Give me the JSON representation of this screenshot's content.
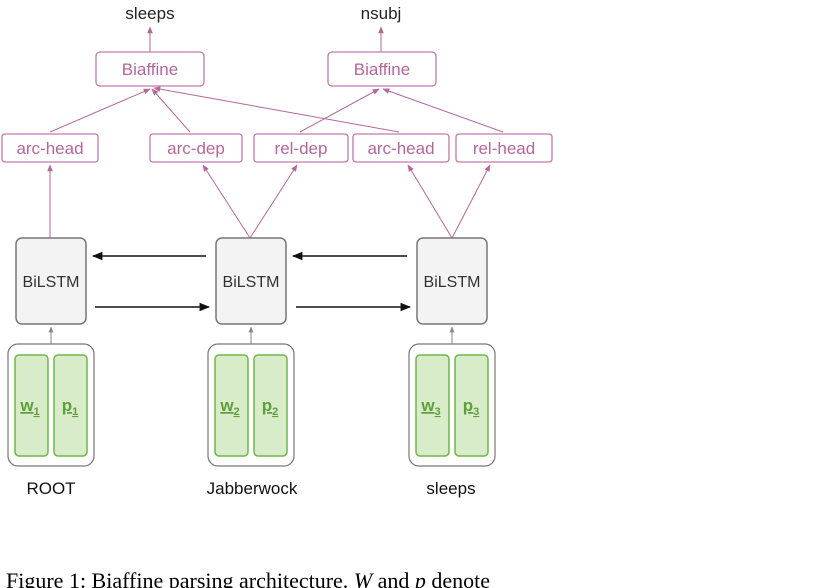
{
  "outputs": {
    "left": "sleeps",
    "right": "nsubj"
  },
  "biaffine": {
    "left": "Biaffine",
    "right": "Biaffine"
  },
  "mlp_labels": {
    "arc_head_root": "arc-head",
    "arc_dep": "arc-dep",
    "rel_dep": "rel-dep",
    "arc_head_sleeps": "arc-head",
    "rel_head": "rel-head"
  },
  "bilstm": {
    "c1": "BiLSTM",
    "c2": "BiLSTM",
    "c3": "BiLSTM"
  },
  "tokens": [
    {
      "w": "w",
      "w_sub": "1",
      "p": "p",
      "p_sub": "1",
      "word": "ROOT"
    },
    {
      "w": "w",
      "w_sub": "2",
      "p": "p",
      "p_sub": "2",
      "word": "Jabberwock"
    },
    {
      "w": "w",
      "w_sub": "3",
      "p": "p",
      "p_sub": "3",
      "word": "sleeps"
    }
  ],
  "caption": {
    "prefix": "Figure 1: Biaffine parsing architecture. ",
    "var1": "W",
    "mid": " and ",
    "var2": "p",
    "suffix": " denote"
  },
  "colors": {
    "purple": "#b3679b",
    "purple_border": "#c07aab",
    "green": "#5f9e3c",
    "green_fill": "#d9ecc9",
    "green_border": "#6fb54a",
    "lstm_fill": "#f3f3f3",
    "lstm_border": "#777777",
    "gray_line": "#888888"
  }
}
